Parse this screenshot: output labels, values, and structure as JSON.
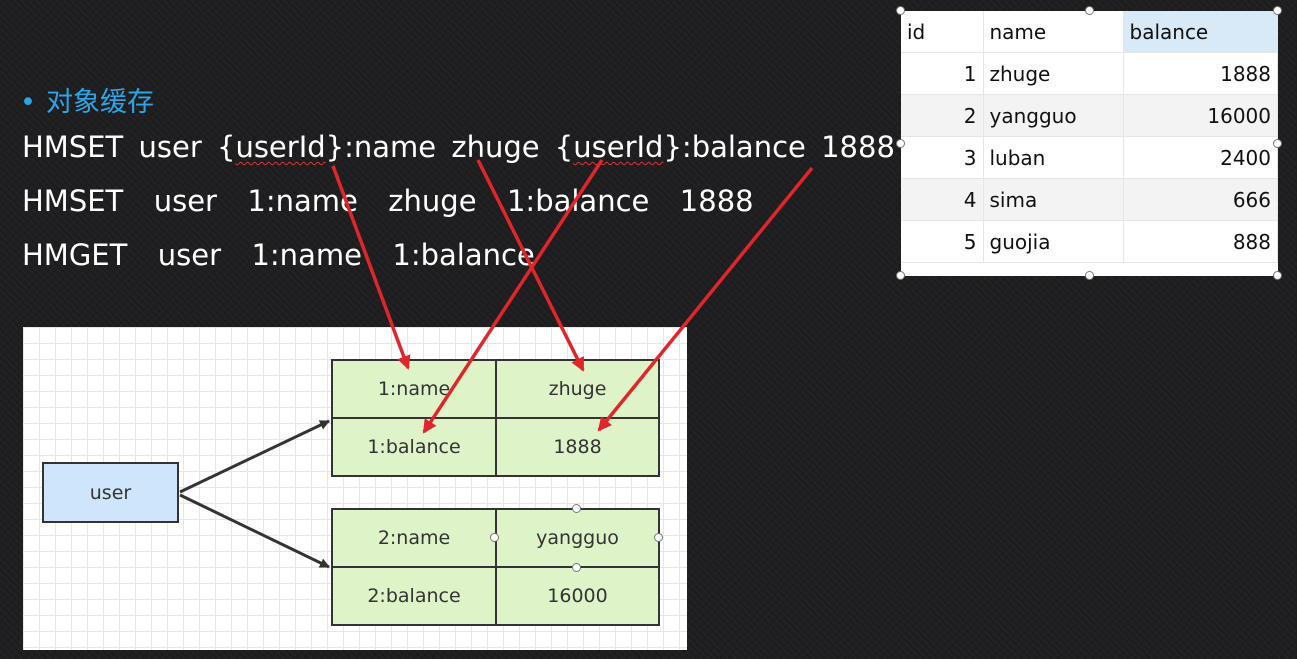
{
  "heading": "对象缓存",
  "commands": {
    "line1": [
      "HMSET",
      "user",
      "{",
      "userId",
      "}:name",
      "zhuge",
      "{",
      "userId",
      "}:balance",
      "1888"
    ],
    "line2": "HMSET  user  1:name  zhuge  1:balance  1888",
    "line3": "HMGET  user  1:name  1:balance"
  },
  "table": {
    "headers": [
      "id",
      "name",
      "balance"
    ],
    "rows": [
      [
        "1",
        "zhuge",
        "1888"
      ],
      [
        "2",
        "yangguo",
        "16000"
      ],
      [
        "3",
        "luban",
        "2400"
      ],
      [
        "4",
        "sima",
        "666"
      ],
      [
        "5",
        "guojia",
        "888"
      ]
    ]
  },
  "diagram": {
    "root": "user",
    "record1": {
      "name_key": "1:name",
      "name_value": "zhuge",
      "balance_key": "1:balance",
      "balance_value": "1888"
    },
    "record2": {
      "name_key": "2:name",
      "name_value": "yangguo",
      "balance_key": "2:balance",
      "balance_value": "16000"
    }
  },
  "colors": {
    "heading": "#2aa6e6",
    "arrow": "#e0262b",
    "cell_fill": "#dff3c8",
    "root_fill": "#cfe5fb"
  }
}
